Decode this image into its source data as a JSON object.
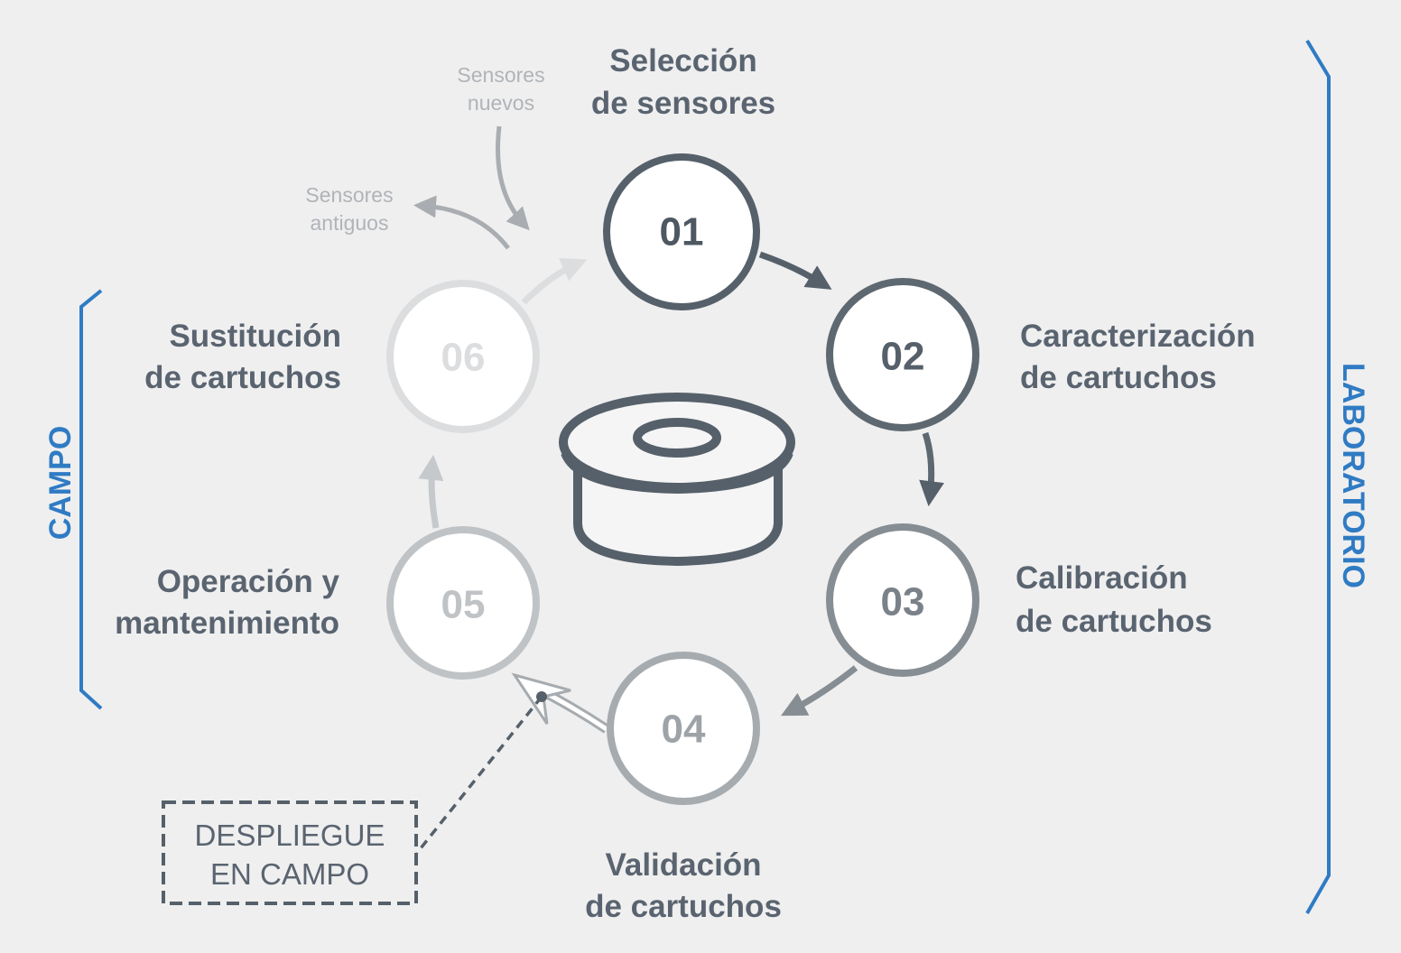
{
  "steps": [
    {
      "number": "01",
      "label_line1": "Selección",
      "label_line2": "de sensores",
      "color": "#56606a"
    },
    {
      "number": "02",
      "label_line1": "Caracterización",
      "label_line2": "de cartuchos",
      "color": "#5e6870"
    },
    {
      "number": "03",
      "label_line1": "Calibración",
      "label_line2": "de cartuchos",
      "color": "#868d93"
    },
    {
      "number": "04",
      "label_line1": "Validación",
      "label_line2": "de cartuchos",
      "color": "#a6abaf"
    },
    {
      "number": "05",
      "label_line1": "Operación y",
      "label_line2": "mantenimiento",
      "color": "#c0c3c6"
    },
    {
      "number": "06",
      "label_line1": "Sustitución",
      "label_line2": "de cartuchos",
      "color": "#dcdddf"
    }
  ],
  "inputs": {
    "new_sensors_line1": "Sensores",
    "new_sensors_line2": "nuevos",
    "old_sensors_line1": "Sensores",
    "old_sensors_line2": "antiguos"
  },
  "deployment": {
    "line1": "DESPLIEGUE",
    "line2": "EN CAMPO"
  },
  "groups": {
    "field": "CAMPO",
    "lab": "LABORATORIO",
    "color": "#2f7bc4"
  },
  "center_icon": "cartridge-icon"
}
